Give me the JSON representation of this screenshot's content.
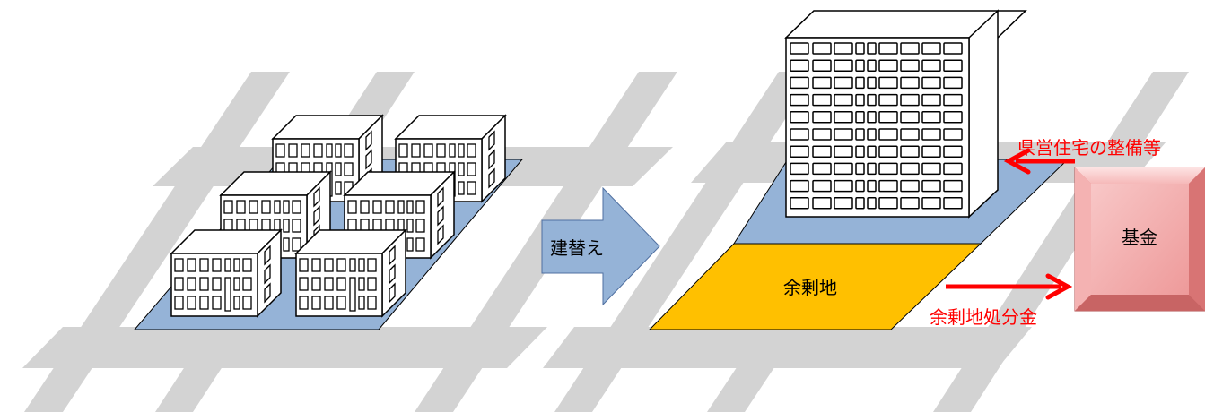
{
  "arrow_label": "建替え",
  "surplus_land_label": "余剰地",
  "fund_label": "基金",
  "upper_flow_label": "県営住宅の整備等",
  "lower_flow_label": "余剰地処分金",
  "colors": {
    "road": "#d3d3d3",
    "site": "#95b3d7",
    "surplus": "#ffc000",
    "arrow_fill": "#95b3d7",
    "flow_red": "#ff0000",
    "fund_face": "#f2a6a6",
    "outline": "#000000"
  },
  "icons": {
    "transition_arrow": "block-arrow-right",
    "low_rise_building": "apartment-block",
    "high_rise_building": "tower-block",
    "fund_box": "beveled-box"
  }
}
